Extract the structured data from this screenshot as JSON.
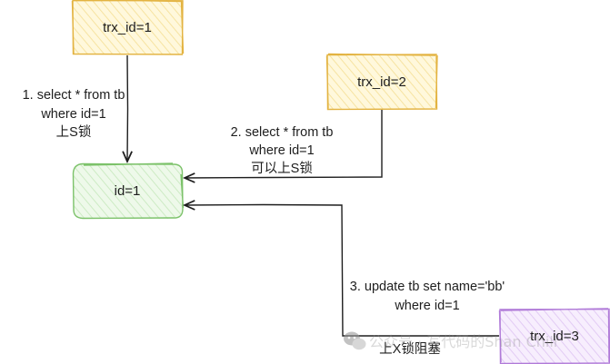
{
  "colors": {
    "yellow_stroke": "#e3b341",
    "yellow_fill": "#fff3c4",
    "green_stroke": "#7cc26a",
    "green_fill": "#e3f5dc",
    "purple_stroke": "#b07ad8",
    "purple_fill": "#f1e4fb",
    "line": "#1e1e1e"
  },
  "nodes": {
    "trx1": {
      "label": "trx_id=1"
    },
    "trx2": {
      "label": "trx_id=2"
    },
    "row": {
      "label": "id=1"
    },
    "trx3": {
      "label": "trx_id=3"
    }
  },
  "edges": {
    "e1": {
      "lines": [
        "1. select * from tb",
        "where id=1",
        "上S锁"
      ]
    },
    "e2": {
      "lines": [
        "2. select * from tb",
        "where id=1",
        "可以上S锁"
      ]
    },
    "e3": {
      "lines": [
        "3. update tb set name='bb'",
        "where id=1",
        "上X锁阻塞"
      ]
    }
  },
  "watermark": {
    "icon": "wechat-icon",
    "text": "公众号 · 写代码的Shan Chili"
  }
}
